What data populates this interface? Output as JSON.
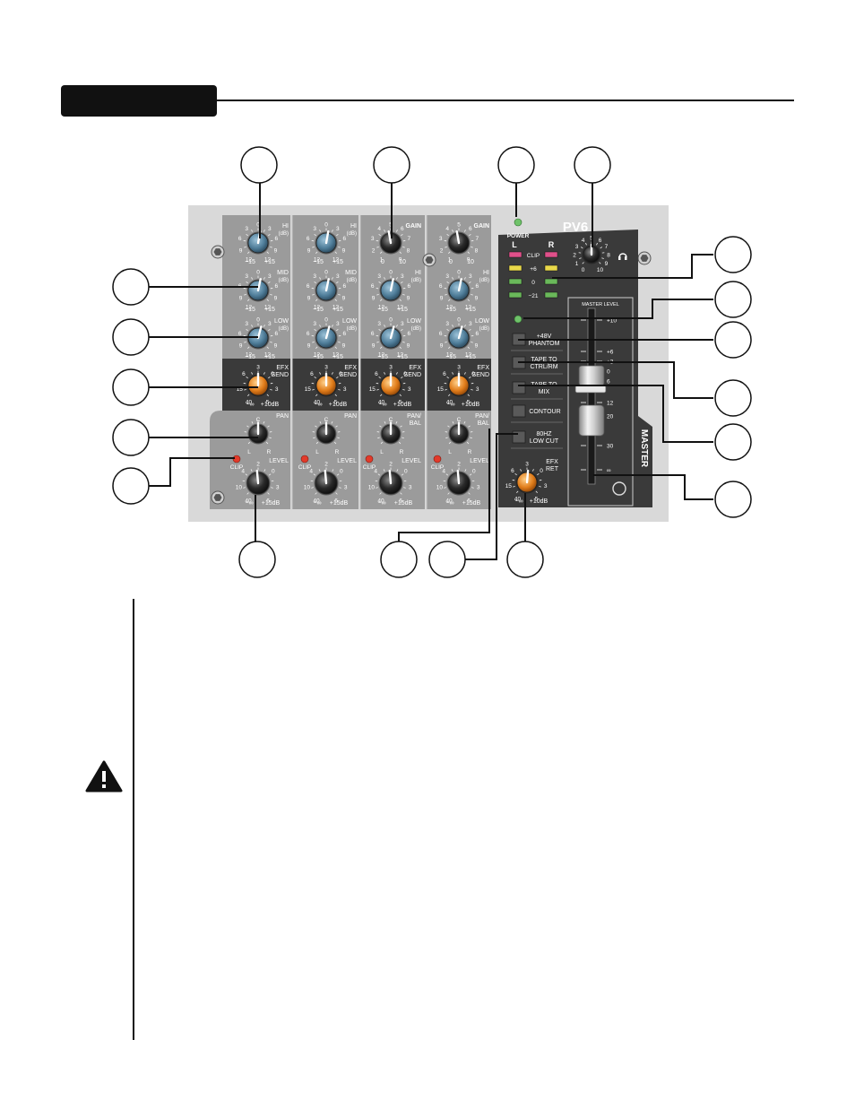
{
  "panel": {
    "brand": "PV6",
    "power_label": "POWER",
    "master_label": "MASTER",
    "master_level_label": "MASTER LEVEL"
  },
  "channels": [
    {
      "hi_label": "HI",
      "mid_label": "MID",
      "low_label": "LOW",
      "db_label": "(dB)",
      "efx_label": "EFX",
      "send_label": "SEND",
      "pan_label": "PAN",
      "pan_label2": "",
      "level_label": "LEVEL",
      "clip_label": "CLIP"
    },
    {
      "hi_label": "HI",
      "mid_label": "MID",
      "low_label": "LOW",
      "db_label": "(dB)",
      "efx_label": "EFX",
      "send_label": "SEND",
      "pan_label": "PAN",
      "pan_label2": "",
      "level_label": "LEVEL",
      "clip_label": "CLIP"
    },
    {
      "gain_label": "GAIN",
      "hi_label": "HI",
      "low_label": "LOW",
      "db_label": "(dB)",
      "efx_label": "EFX",
      "send_label": "SEND",
      "pan_label": "PAN/",
      "pan_label2": "BAL",
      "level_label": "LEVEL",
      "clip_label": "CLIP"
    },
    {
      "gain_label": "GAIN",
      "hi_label": "HI",
      "low_label": "LOW",
      "db_label": "(dB)",
      "efx_label": "EFX",
      "send_label": "SEND",
      "pan_label": "PAN/",
      "pan_label2": "BAL",
      "level_label": "LEVEL",
      "clip_label": "CLIP"
    }
  ],
  "scales": {
    "eq": {
      "min": "−15",
      "max": "+15",
      "ticks": [
        "12",
        "9",
        "6",
        "3",
        "0",
        "3",
        "6",
        "9",
        "12"
      ]
    },
    "gain": {
      "min": "0",
      "max": "10",
      "ticks": [
        "1",
        "2",
        "3",
        "4",
        "5",
        "6",
        "7",
        "8",
        "9"
      ]
    },
    "send": {
      "min": "−∞",
      "max": "+10dB",
      "ticks": [
        "40",
        "15",
        "6",
        "3",
        "0",
        "3",
        "5"
      ]
    },
    "level": {
      "min": "−∞",
      "max": "+15dB",
      "ticks": [
        "40",
        "10",
        "4",
        "2",
        "0",
        "3",
        "6"
      ]
    },
    "pan": {
      "left": "L",
      "center": "C",
      "right": "R"
    }
  },
  "meter": {
    "left_label": "L",
    "right_label": "R",
    "rows": [
      {
        "label": "CLIP",
        "color": "#e0508a"
      },
      {
        "label": "+6",
        "color": "#e8d84a"
      },
      {
        "label": "0",
        "color": "#6ab85a"
      },
      {
        "label": "−21",
        "color": "#6ab85a"
      }
    ]
  },
  "phones": {
    "ticks": [
      "0",
      "1",
      "2",
      "3",
      "4",
      "5",
      "6",
      "7",
      "8",
      "9",
      "10"
    ]
  },
  "switches": [
    {
      "line1": "+48V",
      "line2": "PHANTOM"
    },
    {
      "line1": "TAPE TO",
      "line2": "CTRL/RM"
    },
    {
      "line1": "TAPE TO",
      "line2": "MIX"
    },
    {
      "line1": "CONTOUR",
      "line2": ""
    },
    {
      "line1": "80HZ",
      "line2": "LOW CUT"
    }
  ],
  "efx_return": {
    "label": "EFX",
    "label2": "RET",
    "min": "−∞",
    "max": "+10dB",
    "ticks": [
      "40",
      "15",
      "6",
      "3",
      "0",
      "3",
      "5"
    ]
  },
  "fader_scale": [
    "+10",
    "+6",
    "+3",
    "0",
    "6",
    "12",
    "20",
    "30",
    "∞"
  ],
  "colors": {
    "background": "#d9d9d9",
    "panel_light": "#9b9b9b",
    "panel_dark": "#3a3a3a",
    "eq_knob": "#4f7d99",
    "send_knob": "#e07c1a",
    "black_knob": "#2a2a2a",
    "led_green": "#6fc26a",
    "led_red": "#e23a2a"
  }
}
